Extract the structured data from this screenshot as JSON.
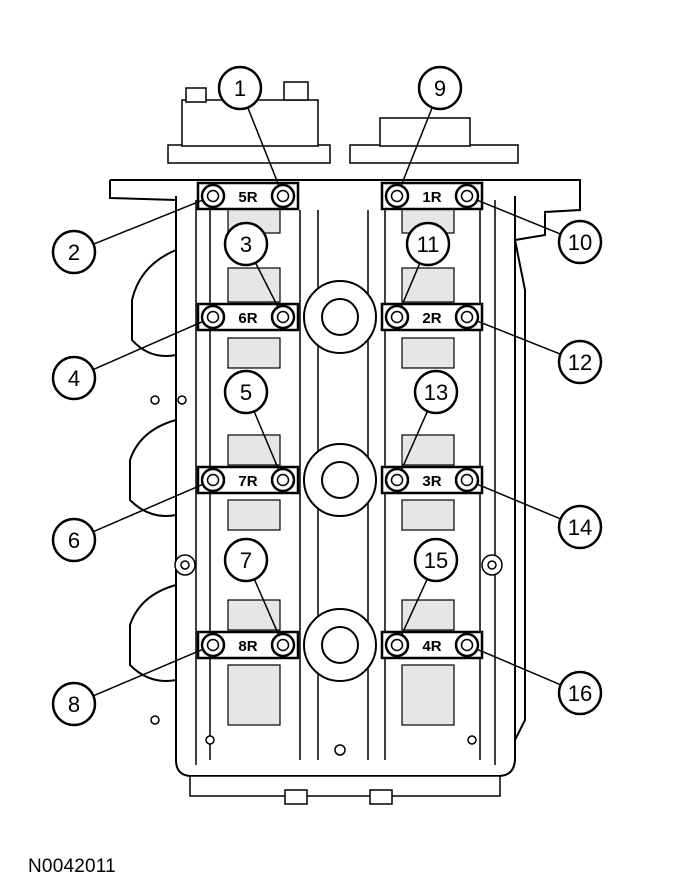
{
  "figure": {
    "id": "N0042011"
  },
  "callouts": [
    "1",
    "2",
    "3",
    "4",
    "5",
    "6",
    "7",
    "8",
    "9",
    "10",
    "11",
    "12",
    "13",
    "14",
    "15",
    "16"
  ],
  "caps": [
    "5R",
    "6R",
    "7R",
    "8R",
    "1R",
    "2R",
    "3R",
    "4R"
  ],
  "colors": {
    "line": "#000000",
    "fill": "#ffffff",
    "shade": "#d0d0d0"
  }
}
